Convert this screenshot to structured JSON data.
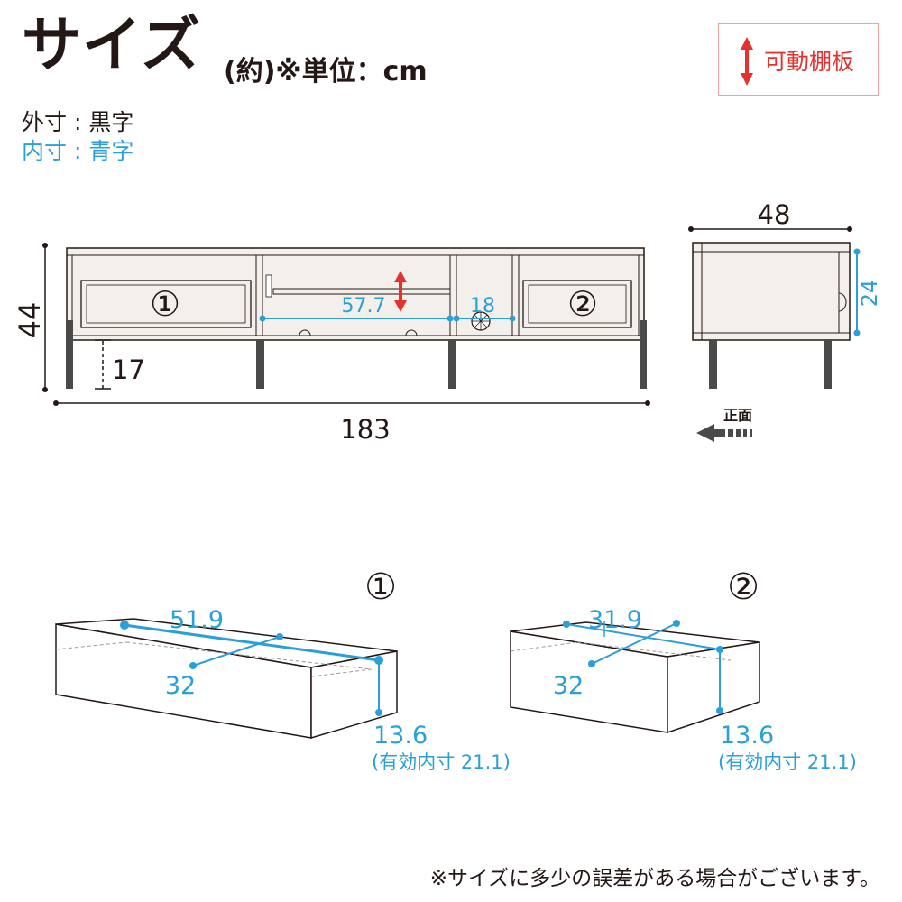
{
  "header": {
    "title": "サイズ",
    "subtitle": "(約)※単位：cm",
    "legend_outer": "外寸 : 黒字",
    "legend_inner": "内寸 : 青字",
    "badge_label": "可動棚板"
  },
  "front_view": {
    "height": "44",
    "width": "183",
    "leg_height": "17",
    "inner_width": "57.7",
    "inner_small": "18",
    "drawer1_marker": "①",
    "drawer2_marker": "②"
  },
  "side_view": {
    "depth": "48",
    "inner_height": "24",
    "front_label": "正面"
  },
  "drawer1": {
    "marker": "①",
    "width": "51.9",
    "depth": "32",
    "height": "13.6",
    "effective": "(有効内寸 21.1)"
  },
  "drawer2": {
    "marker": "②",
    "width": "31.9",
    "depth": "32",
    "height": "13.6",
    "effective": "(有効内寸 21.1)"
  },
  "footer_note": "※サイズに多少の誤差がある場合がございます。",
  "colors": {
    "outer_text": "#231815",
    "inner_text": "#2a9fd8",
    "accent_red": "#e5322e",
    "furniture_fill": "#f3efea",
    "leg": "#4a4a4a"
  }
}
